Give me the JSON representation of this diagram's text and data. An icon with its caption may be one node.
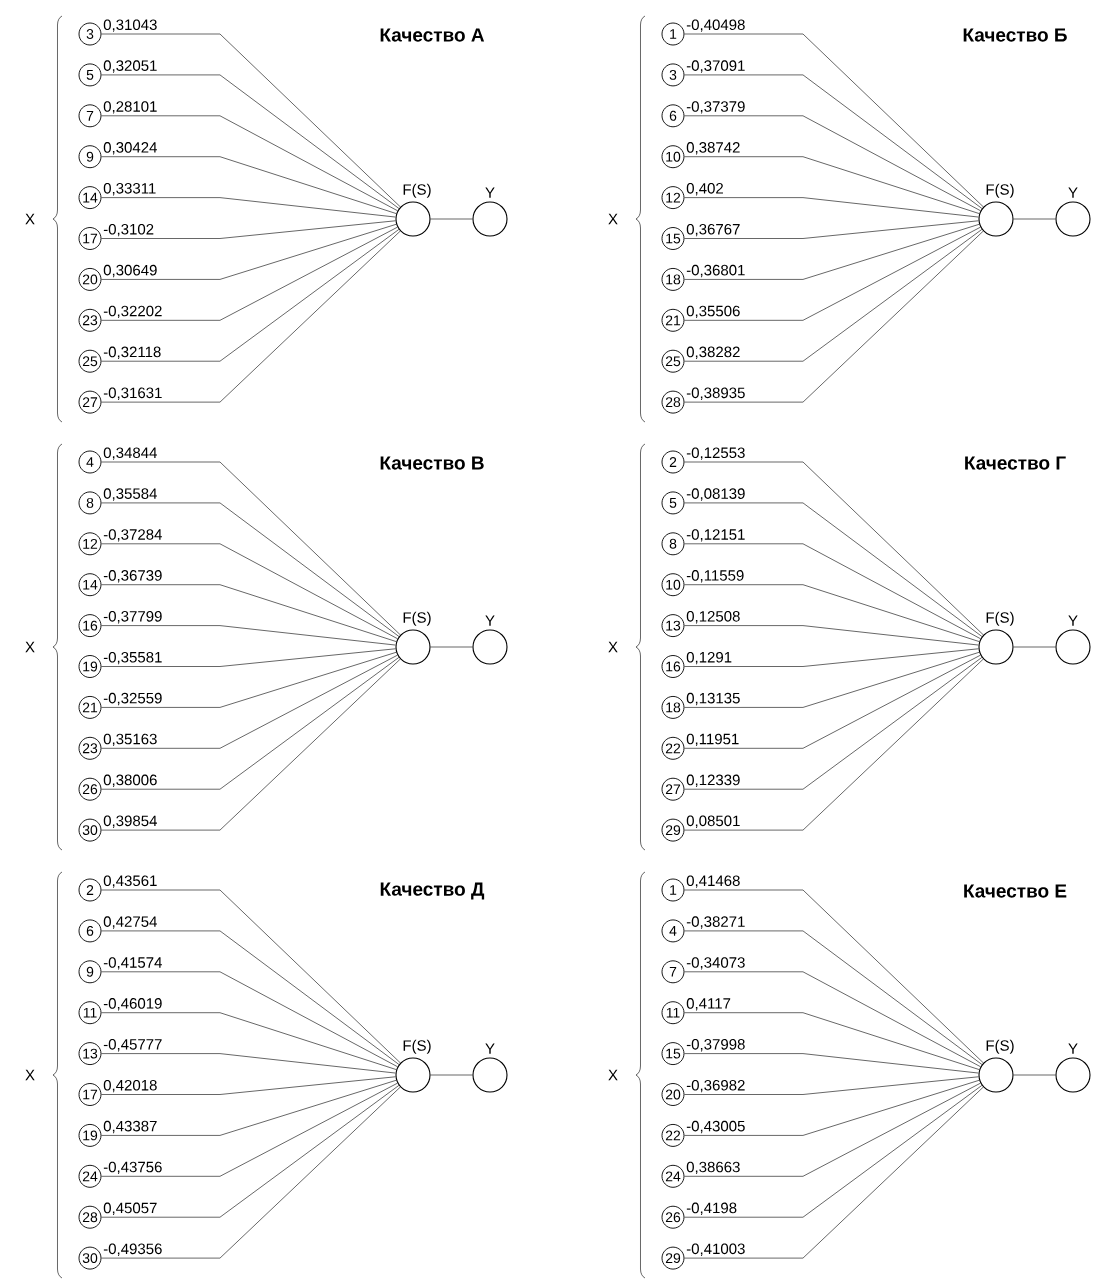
{
  "diagram": {
    "nodes": [
      {
        "text": [
          "3"
        ]
      },
      {
        "text": [
          "5"
        ]
      },
      {
        "text": [
          "7"
        ]
      },
      {
        "text": [
          "9"
        ]
      },
      {
        "text": [
          "14"
        ]
      },
      {
        "text": [
          "17"
        ]
      },
      {
        "text": [
          "20"
        ]
      },
      {
        "text": [
          "23"
        ]
      },
      {
        "text": [
          "25"
        ]
      },
      {
        "text": [
          "27"
        ]
      },
      {
        "text": [],
        "shape": "circle",
        "beside": [
          "F(S)"
        ]
      },
      {
        "text": [],
        "shape": "circle",
        "beside": [
          "Y"
        ]
      },
      {
        "text": [
          "1"
        ]
      },
      {
        "text": [
          "3"
        ]
      },
      {
        "text": [
          "6"
        ]
      },
      {
        "text": [
          "10"
        ]
      },
      {
        "text": [
          "12"
        ]
      },
      {
        "text": [
          "15"
        ]
      },
      {
        "text": [
          "18"
        ]
      },
      {
        "text": [
          "21"
        ]
      },
      {
        "text": [
          "25"
        ]
      },
      {
        "text": [
          "28"
        ]
      },
      {
        "text": [],
        "shape": "circle",
        "beside": [
          "F(S)"
        ]
      },
      {
        "text": [],
        "shape": "circle",
        "beside": [
          "Y"
        ]
      },
      {
        "text": [
          "4"
        ]
      },
      {
        "text": [
          "8"
        ]
      },
      {
        "text": [
          "12"
        ]
      },
      {
        "text": [
          "14"
        ]
      },
      {
        "text": [
          "16"
        ]
      },
      {
        "text": [
          "19"
        ]
      },
      {
        "text": [
          "21"
        ]
      },
      {
        "text": [
          "23"
        ]
      },
      {
        "text": [
          "26"
        ]
      },
      {
        "text": [
          "30"
        ]
      },
      {
        "text": [],
        "shape": "circle",
        "beside": [
          "F(S)"
        ]
      },
      {
        "text": [],
        "shape": "circle",
        "beside": [
          "Y"
        ]
      },
      {
        "text": [
          "2"
        ]
      },
      {
        "text": [
          "5"
        ]
      },
      {
        "text": [
          "8"
        ]
      },
      {
        "text": [
          "10"
        ]
      },
      {
        "text": [
          "13"
        ]
      },
      {
        "text": [
          "16"
        ]
      },
      {
        "text": [
          "18"
        ]
      },
      {
        "text": [
          "22"
        ]
      },
      {
        "text": [
          "27"
        ]
      },
      {
        "text": [
          "29"
        ]
      },
      {
        "text": [],
        "shape": "circle",
        "beside": [
          "F(S)"
        ]
      },
      {
        "text": [],
        "shape": "circle",
        "beside": [
          "Y"
        ]
      },
      {
        "text": [
          "2"
        ]
      },
      {
        "text": [
          "6"
        ]
      },
      {
        "text": [
          "9"
        ]
      },
      {
        "text": [
          "11"
        ]
      },
      {
        "text": [
          "13"
        ]
      },
      {
        "text": [
          "17"
        ]
      },
      {
        "text": [
          "19"
        ]
      },
      {
        "text": [
          "24"
        ]
      },
      {
        "text": [
          "28"
        ]
      },
      {
        "text": [
          "30"
        ]
      },
      {
        "text": [],
        "shape": "circle",
        "beside": [
          "F(S)"
        ]
      },
      {
        "text": [],
        "shape": "circle",
        "beside": [
          "Y"
        ]
      },
      {
        "text": [
          "1"
        ]
      },
      {
        "text": [
          "4"
        ]
      },
      {
        "text": [
          "7"
        ]
      },
      {
        "text": [
          "11"
        ]
      },
      {
        "text": [
          "15"
        ]
      },
      {
        "text": [
          "20"
        ]
      },
      {
        "text": [
          "22"
        ]
      },
      {
        "text": [
          "24"
        ]
      },
      {
        "text": [
          "26"
        ]
      },
      {
        "text": [
          "29"
        ]
      },
      {
        "text": [],
        "shape": "circle",
        "beside": [
          "F(S)"
        ]
      },
      {
        "text": [],
        "shape": "circle",
        "beside": [
          "Y"
        ]
      }
    ],
    "edges": [
      {
        "from": 0,
        "to": 10,
        "arrow": "none",
        "label": "0,31043"
      },
      {
        "from": 1,
        "to": 10,
        "arrow": "none",
        "label": "0,32051"
      },
      {
        "from": 2,
        "to": 10,
        "arrow": "none",
        "label": "0,28101"
      },
      {
        "from": 3,
        "to": 10,
        "arrow": "none",
        "label": "0,30424"
      },
      {
        "from": 4,
        "to": 10,
        "arrow": "none",
        "label": "0,33311"
      },
      {
        "from": 5,
        "to": 10,
        "arrow": "none",
        "label": "-0,3102"
      },
      {
        "from": 6,
        "to": 10,
        "arrow": "none",
        "label": "0,30649"
      },
      {
        "from": 7,
        "to": 10,
        "arrow": "none",
        "label": "-0,32202"
      },
      {
        "from": 8,
        "to": 10,
        "arrow": "none",
        "label": "-0,32118"
      },
      {
        "from": 9,
        "to": 10,
        "arrow": "none",
        "label": "-0,31631"
      },
      {
        "from": 10,
        "to": 11,
        "arrow": "none"
      },
      {
        "from": 12,
        "to": 22,
        "arrow": "none",
        "label": "-0,40498"
      },
      {
        "from": 13,
        "to": 22,
        "arrow": "none",
        "label": "-0,37091"
      },
      {
        "from": 14,
        "to": 22,
        "arrow": "none",
        "label": "-0,37379"
      },
      {
        "from": 15,
        "to": 22,
        "arrow": "none",
        "label": "0,38742"
      },
      {
        "from": 16,
        "to": 22,
        "arrow": "none",
        "label": "0,402"
      },
      {
        "from": 17,
        "to": 22,
        "arrow": "none",
        "label": "0,36767"
      },
      {
        "from": 18,
        "to": 22,
        "arrow": "none",
        "label": "-0,36801"
      },
      {
        "from": 19,
        "to": 22,
        "arrow": "none",
        "label": "0,35506"
      },
      {
        "from": 20,
        "to": 22,
        "arrow": "none",
        "label": "0,38282"
      },
      {
        "from": 21,
        "to": 22,
        "arrow": "none",
        "label": "-0,38935"
      },
      {
        "from": 22,
        "to": 23,
        "arrow": "none"
      },
      {
        "from": 24,
        "to": 34,
        "arrow": "none",
        "label": "0,34844"
      },
      {
        "from": 25,
        "to": 34,
        "arrow": "none",
        "label": "0,35584"
      },
      {
        "from": 26,
        "to": 34,
        "arrow": "none",
        "label": "-0,37284"
      },
      {
        "from": 27,
        "to": 34,
        "arrow": "none",
        "label": "-0,36739"
      },
      {
        "from": 28,
        "to": 34,
        "arrow": "none",
        "label": "-0,37799"
      },
      {
        "from": 29,
        "to": 34,
        "arrow": "none",
        "label": "-0,35581"
      },
      {
        "from": 30,
        "to": 34,
        "arrow": "none",
        "label": "-0,32559"
      },
      {
        "from": 31,
        "to": 34,
        "arrow": "none",
        "label": "0,35163"
      },
      {
        "from": 32,
        "to": 34,
        "arrow": "none",
        "label": "0,38006"
      },
      {
        "from": 33,
        "to": 34,
        "arrow": "none",
        "label": "0,39854"
      },
      {
        "from": 34,
        "to": 35,
        "arrow": "none"
      },
      {
        "from": 36,
        "to": 46,
        "arrow": "none",
        "label": "-0,12553"
      },
      {
        "from": 37,
        "to": 46,
        "arrow": "none",
        "label": "-0,08139"
      },
      {
        "from": 38,
        "to": 46,
        "arrow": "none",
        "label": "-0,12151"
      },
      {
        "from": 39,
        "to": 46,
        "arrow": "none",
        "label": "-0,11559"
      },
      {
        "from": 40,
        "to": 46,
        "arrow": "none",
        "label": "0,12508"
      },
      {
        "from": 41,
        "to": 46,
        "arrow": "none",
        "label": "0,1291"
      },
      {
        "from": 42,
        "to": 46,
        "arrow": "none",
        "label": "0,13135"
      },
      {
        "from": 43,
        "to": 46,
        "arrow": "none",
        "label": "0,11951"
      },
      {
        "from": 44,
        "to": 46,
        "arrow": "none",
        "label": "0,12339"
      },
      {
        "from": 45,
        "to": 46,
        "arrow": "none",
        "label": "0,08501"
      },
      {
        "from": 46,
        "to": 47,
        "arrow": "none"
      },
      {
        "from": 48,
        "to": 58,
        "arrow": "none",
        "label": "0,43561"
      },
      {
        "from": 49,
        "to": 58,
        "arrow": "none",
        "label": "0,42754"
      },
      {
        "from": 50,
        "to": 58,
        "arrow": "none",
        "label": "-0,41574"
      },
      {
        "from": 51,
        "to": 58,
        "arrow": "none",
        "label": "-0,46019"
      },
      {
        "from": 52,
        "to": 58,
        "arrow": "none",
        "label": "-0,45777"
      },
      {
        "from": 53,
        "to": 58,
        "arrow": "none",
        "label": "0,42018"
      },
      {
        "from": 54,
        "to": 58,
        "arrow": "none",
        "label": "0,43387"
      },
      {
        "from": 55,
        "to": 58,
        "arrow": "none",
        "label": "-0,43756"
      },
      {
        "from": 56,
        "to": 58,
        "arrow": "none",
        "label": "0,45057"
      },
      {
        "from": 57,
        "to": 58,
        "arrow": "none",
        "label": "-0,49356"
      },
      {
        "from": 58,
        "to": 59,
        "arrow": "none"
      },
      {
        "from": 60,
        "to": 70,
        "arrow": "none",
        "label": "0,41468"
      },
      {
        "from": 61,
        "to": 70,
        "arrow": "none",
        "label": "-0,38271"
      },
      {
        "from": 62,
        "to": 70,
        "arrow": "none",
        "label": "-0,34073"
      },
      {
        "from": 63,
        "to": 70,
        "arrow": "none",
        "label": "0,4117"
      },
      {
        "from": 64,
        "to": 70,
        "arrow": "none",
        "label": "-0,37998"
      },
      {
        "from": 65,
        "to": 70,
        "arrow": "none",
        "label": "-0,36982"
      },
      {
        "from": 66,
        "to": 70,
        "arrow": "none",
        "label": "-0,43005"
      },
      {
        "from": 67,
        "to": 70,
        "arrow": "none",
        "label": "0,38663"
      },
      {
        "from": 68,
        "to": 70,
        "arrow": "none",
        "label": "-0,4198"
      },
      {
        "from": 69,
        "to": 70,
        "arrow": "none",
        "label": "-0,41003"
      },
      {
        "from": 70,
        "to": 71,
        "arrow": "none"
      }
    ],
    "labels": [
      "X",
      "Качество А",
      "X",
      "Качество Б",
      "X",
      "Качество В",
      "X",
      "Качество Г",
      "X",
      "Качество Д",
      "X",
      "Качество Е"
    ]
  }
}
